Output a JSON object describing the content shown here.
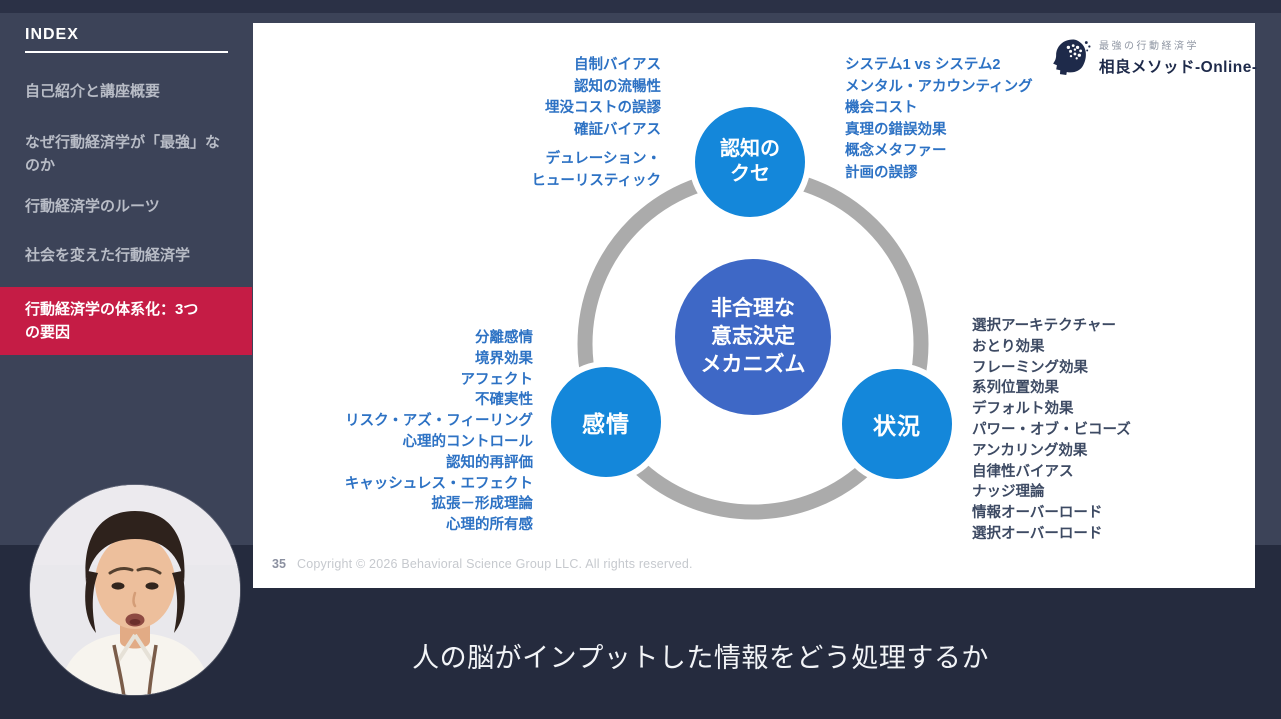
{
  "sidebar": {
    "title": "INDEX",
    "items": [
      {
        "label": "自己紹介と講座概要",
        "active": false
      },
      {
        "label": "なぜ行動経済学が「最強」なのか",
        "active": false
      },
      {
        "label": "行動経済学のルーツ",
        "active": false
      },
      {
        "label": "社会を変えた行動経済学",
        "active": false
      },
      {
        "label": "行動経済学の体系化：3つの要因",
        "active": true
      }
    ]
  },
  "logo": {
    "icon": "brain-head-icon",
    "tagline": "最強の行動経済学",
    "brand": "相良メソッド-Online-"
  },
  "slide": {
    "page_number": "35",
    "copyright": "Copyright © 2026 Behavioral Science Group LLC.  All rights reserved."
  },
  "diagram": {
    "center_lines": [
      "非合理な",
      "意志決定",
      "メカニズム"
    ],
    "nodes": {
      "cognition": {
        "lines": [
          "認知の",
          "クセ"
        ]
      },
      "emotion": {
        "label": "感情"
      },
      "situation": {
        "label": "状況"
      }
    },
    "cognition_items_left": [
      "自制バイアス",
      "認知の流暢性",
      "埋没コストの誤謬",
      "確証バイアス",
      "デュレーション・",
      "ヒューリスティック"
    ],
    "cognition_items_right": [
      "システム1 vs システム2",
      "メンタル・アカウンティング",
      "機会コスト",
      "真理の錯誤効果",
      "概念メタファー",
      "計画の誤謬"
    ],
    "emotion_items": [
      "分離感情",
      "境界効果",
      "アフェクト",
      "不確実性",
      "リスク・アズ・フィーリング",
      "心理的コントロール",
      "認知的再評価",
      "キャッシュレス・エフェクト",
      "拡張－形成理論",
      "心理的所有感"
    ],
    "situation_items": [
      "選択アーキテクチャー",
      "おとり効果",
      "フレーミング効果",
      "系列位置効果",
      "デフォルト効果",
      "パワー・オブ・ビコーズ",
      "アンカリング効果",
      "自律性バイアス",
      "ナッジ理論",
      "情報オーバーロード",
      "選択オーバーロード"
    ]
  },
  "subtitle": "人の脳がインプットした情報をどう処理するか",
  "colors": {
    "node_blue": "#1487da",
    "center_blue": "#3e68c6",
    "ring_gray": "#ababab",
    "active_item_red": "#c51c45",
    "list_blue": "#2d72c4",
    "list_dark": "#3d4a63",
    "bg_upper": "#3c4358",
    "bg_lower": "#252b3e",
    "brand_navy": "#1e2a4a"
  }
}
